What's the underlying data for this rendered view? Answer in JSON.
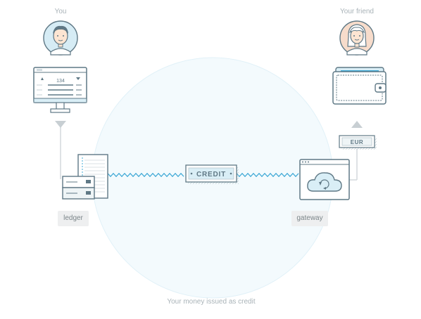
{
  "labels": {
    "you": "You",
    "friend": "Your friend",
    "ledger": "ledger",
    "gateway": "gateway",
    "credit": "CREDIT",
    "currency": "EUR",
    "caption": "Your money issued as credit"
  },
  "ledger_screen": {
    "value": "134"
  },
  "colors": {
    "outline": "#5f7885",
    "accent_blue": "#3fa9d6",
    "light_blue": "#d9eef6",
    "circle_fill": "#f3fafd",
    "avatar_bg": "#d6ecf5",
    "friend_avatar_bg": "#f7dccb",
    "skin": "#fde5d2",
    "tag_bg": "#eeeff0",
    "arrow_gray": "#c8cfd3"
  },
  "icons": [
    "user-avatar-icon",
    "friend-avatar-icon",
    "monitor-icon",
    "wallet-icon",
    "ledger-server-icon",
    "cloud-gateway-icon",
    "credit-note-icon",
    "eur-note-icon"
  ]
}
